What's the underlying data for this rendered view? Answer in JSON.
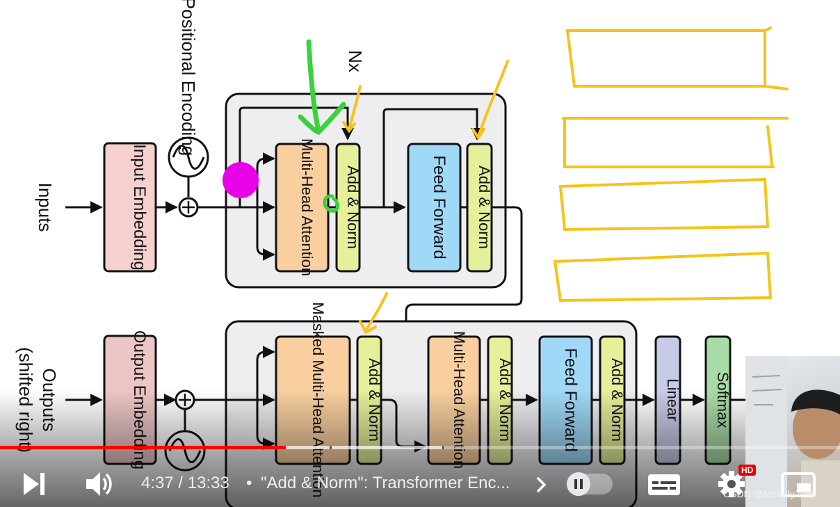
{
  "player": {
    "time_current": "4:37",
    "time_separator": "/",
    "time_total": "13:33",
    "time_display": "4:37 / 13:33",
    "chapter_dot": "•",
    "chapter_title": "\"Add & Norm\": Transformer Enc...",
    "hd_badge": "HD",
    "progress_fraction": 0.34,
    "buffer_fraction": 0.53,
    "accent": "#ff0000"
  },
  "diagram": {
    "encoder": {
      "inputs": "Inputs",
      "input_embedding": "Input Embedding",
      "positional_encoding": "Positional Encoding",
      "nx": "Nx",
      "attention": "Multi-Head Attention",
      "add_norm_1": "Add & Norm",
      "feed_forward": "Feed Forward",
      "add_norm_2": "Add & Norm"
    },
    "decoder": {
      "outputs_line1": "Outputs",
      "outputs_line2": "(shifted right)",
      "output_embedding": "Output Embedding",
      "masked_attention": "Masked Multi-Head Attention",
      "add_norm_1": "Add & Norm",
      "attention": "Multi-Head Attention",
      "add_norm_2": "Add & Norm",
      "feed_forward": "Feed Forward",
      "add_norm_3": "Add & Norm",
      "linear": "Linear",
      "softmax": "Softmax"
    },
    "colors": {
      "embedding_in": "#f6cfcf",
      "embedding_out": "#ecc6c6",
      "attention": "#f9cf9f",
      "add_norm": "#e6ef9a",
      "feed_forward": "#9fd9f7",
      "linear": "#c7cbe6",
      "softmax": "#a9dba7",
      "block_bg": "#eeeef1",
      "annotation_yellow": "#f5c31a",
      "annotation_green": "#3bd13b",
      "annotation_magenta": "#e800e8"
    }
  },
  "watermark": "CSDN @Melody2050",
  "icons": [
    "next-icon",
    "volume-icon",
    "chevron-right-icon",
    "pause-icon",
    "subtitles-icon",
    "gear-icon",
    "miniplayer-icon",
    "oplus-icon",
    "sine-icon"
  ]
}
